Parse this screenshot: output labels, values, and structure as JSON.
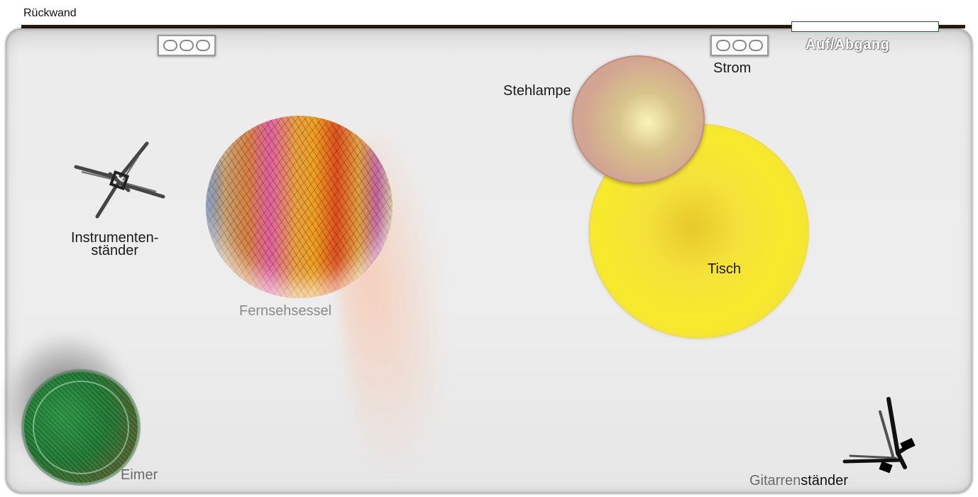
{
  "wall": {
    "label": "Rückwand"
  },
  "exit": {
    "label": "Auf/Abgang"
  },
  "outlet": {
    "label": "Strom"
  },
  "furniture": {
    "armchair": "Fernsehsessel",
    "floor_lamp": "Stehlampe",
    "table": "Tisch",
    "bucket": "Eimer",
    "instrument_stand_line1": "Instrumenten-",
    "instrument_stand_line2": "ständer",
    "guitar_stand_part1": "Gitarren",
    "guitar_stand_part2": "ständer"
  },
  "colors": {
    "wall": "#2a1a0c",
    "floor": "#ececec",
    "table": "#f4e23a",
    "lamp": "#d4a89a",
    "bucket": "#1f6f30"
  },
  "icons": [
    "power-outlet-icon",
    "instrument-stand-icon",
    "guitar-stand-icon"
  ]
}
